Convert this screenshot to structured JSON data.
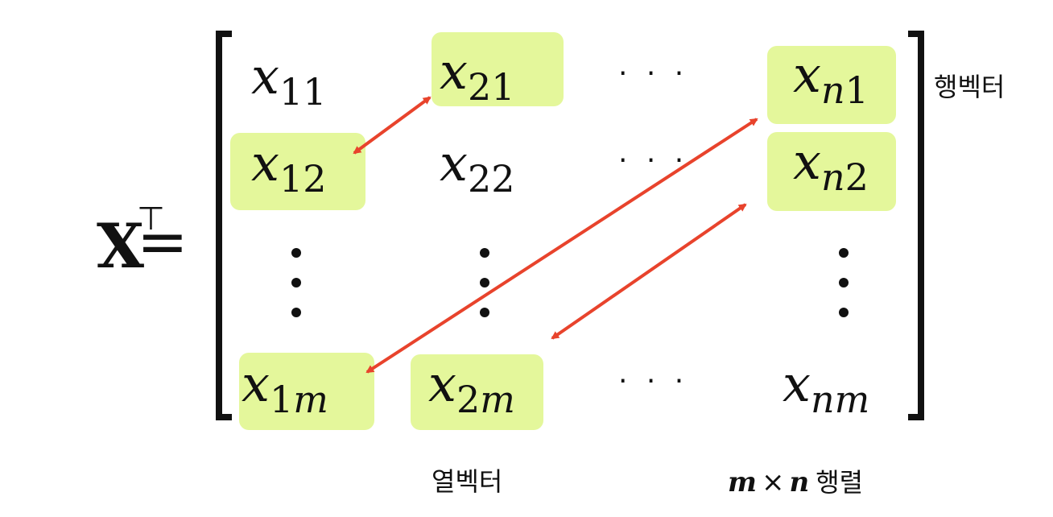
{
  "lhs": {
    "symbol": "X",
    "superscript": "⊤",
    "equals": "="
  },
  "matrix": {
    "cells": [
      {
        "id": "x11",
        "var": "x",
        "sub1": "1",
        "sub2": "1",
        "highlight": false
      },
      {
        "id": "x21",
        "var": "x",
        "sub1": "2",
        "sub2": "1",
        "highlight": true
      },
      {
        "id": "xn1",
        "var": "x",
        "sub1": "n",
        "sub2": "1",
        "highlight": true
      },
      {
        "id": "x12",
        "var": "x",
        "sub1": "1",
        "sub2": "2",
        "highlight": true
      },
      {
        "id": "x22",
        "var": "x",
        "sub1": "2",
        "sub2": "2",
        "highlight": false
      },
      {
        "id": "xn2",
        "var": "x",
        "sub1": "n",
        "sub2": "2",
        "highlight": true
      },
      {
        "id": "x1m",
        "var": "x",
        "sub1": "1",
        "sub2": "m",
        "highlight": true
      },
      {
        "id": "x2m",
        "var": "x",
        "sub1": "2",
        "sub2": "m",
        "highlight": true
      },
      {
        "id": "xnm",
        "var": "x",
        "sub1": "n",
        "sub2": "m",
        "highlight": false
      }
    ],
    "horizontal_ellipsis": "· · ·"
  },
  "labels": {
    "row_vector": "행벡터",
    "column_vector": "열벡터",
    "shape_m": "m",
    "shape_times": "×",
    "shape_n": "n",
    "shape_word": "행렬"
  },
  "colors": {
    "highlight": "#e4f79b",
    "arrow": "#e8432c",
    "text": "#111111"
  }
}
